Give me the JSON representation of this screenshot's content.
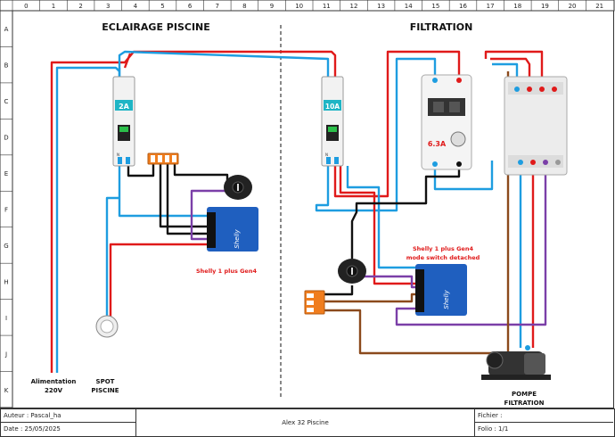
{
  "grid": {
    "columns": [
      "0",
      "1",
      "2",
      "3",
      "4",
      "5",
      "6",
      "7",
      "8",
      "9",
      "10",
      "11",
      "12",
      "13",
      "14",
      "15",
      "16",
      "17",
      "18",
      "19",
      "20",
      "21"
    ],
    "rows": [
      "A",
      "B",
      "C",
      "D",
      "E",
      "F",
      "G",
      "H",
      "I",
      "J",
      "K"
    ]
  },
  "sections": {
    "left_title": "ECLAIRAGE PISCINE",
    "right_title": "FILTRATION"
  },
  "breakers": {
    "left_rating": "2A",
    "right_rating": "10A",
    "motor_rating": "6.3A"
  },
  "relays": {
    "left_label": "Shelly 1 plus Gen4",
    "right_label_line1": "Shelly 1 plus Gen4",
    "right_label_line2": "mode switch detached",
    "brand": "Shelly"
  },
  "labels": {
    "supply_line1": "Alimentation",
    "supply_line2": "220V",
    "spot_line1": "SPOT",
    "spot_line2": "PISCINE",
    "pump_line1": "POMPE",
    "pump_line2": "FILTRATION",
    "neutral_mark": "N"
  },
  "footer": {
    "author": "Auteur : Pascal_ha",
    "date": "Date : 25/05/2025",
    "title": "Alex 32 Piscine",
    "file": "Fichier :",
    "folio": "Folio : 1/1"
  },
  "colors": {
    "live": "#e01a1a",
    "neutral": "#1e9de0",
    "black": "#111111",
    "violet": "#7b3fa8",
    "brown": "#8b4a1c",
    "relay_blue": "#1f5fbf",
    "breaker_screen": "#1fb5c5"
  }
}
